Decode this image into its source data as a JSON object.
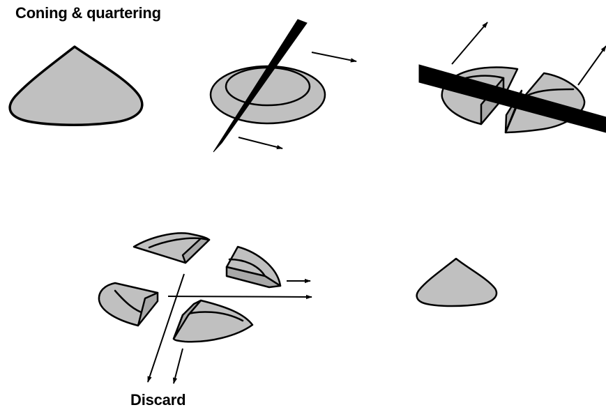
{
  "diagram": {
    "title": "Coning & quartering",
    "discard_label": "Discard",
    "colors": {
      "sample_fill": "#c0c0c0",
      "sample_side": "#a8a8a8",
      "outline": "#000000",
      "blade": "#000000",
      "background": "#ffffff"
    },
    "steps": [
      "initial-cone",
      "flattened-cake-cut",
      "cake-quartered",
      "quarters-separated",
      "reduced-cone"
    ]
  }
}
